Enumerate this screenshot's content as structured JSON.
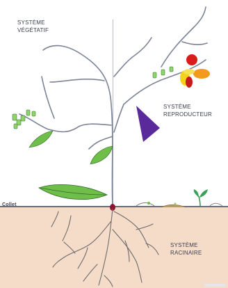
{
  "labels": {
    "vegetatif": "SYSTÈME\nVÉGÉTATIF",
    "reproducteur": "SYSTÈME\nREPRODUCTEUR",
    "racinaire": "SYSTÈME\nRACINAIRE",
    "collet": "Collet"
  },
  "colors": {
    "stem": "#7c8397",
    "leaf": "#6fbe4a",
    "leaf_outline": "#2f6b2a",
    "soil": "#f5dcc9",
    "ground_line": "#6b6b73",
    "root": "#6e6a6d",
    "flower_red": "#d81c1c",
    "flower_yellow": "#f2d21a",
    "flower_orange": "#f29a1c",
    "cone": "#5a2a9a",
    "collar": "#8a1430",
    "seedling": "#3aa05a"
  }
}
